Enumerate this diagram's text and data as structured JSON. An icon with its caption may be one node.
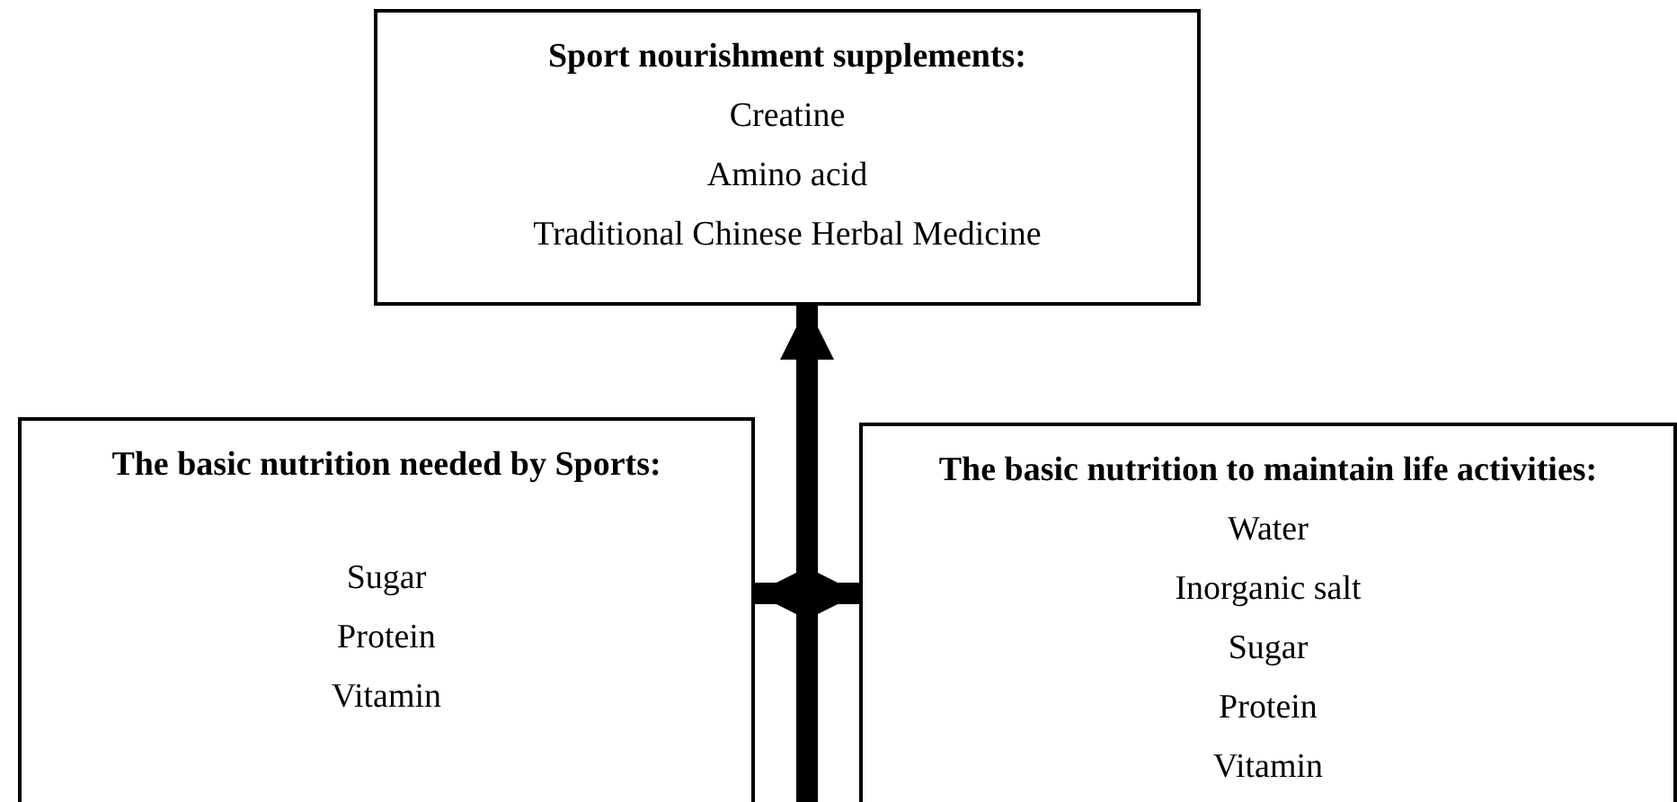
{
  "diagram": {
    "nodes": [
      {
        "text": [
          "Sport nourishment supplements:",
          "Creatine",
          "Amino acid",
          "Traditional Chinese Herbal Medicine"
        ]
      },
      {
        "text": [
          "The basic nutrition needed by Sports:",
          "Sugar",
          "Protein",
          "Vitamin"
        ]
      },
      {
        "text": [
          "The basic nutrition to maintain life activities:",
          "Water",
          "Inorganic salt",
          "Sugar",
          "Protein",
          "Vitamin"
        ]
      }
    ],
    "edges": [
      {
        "from": null,
        "to": 0,
        "arrow": "to"
      },
      {
        "from": 1,
        "to": 2,
        "arrow": "both"
      }
    ]
  }
}
